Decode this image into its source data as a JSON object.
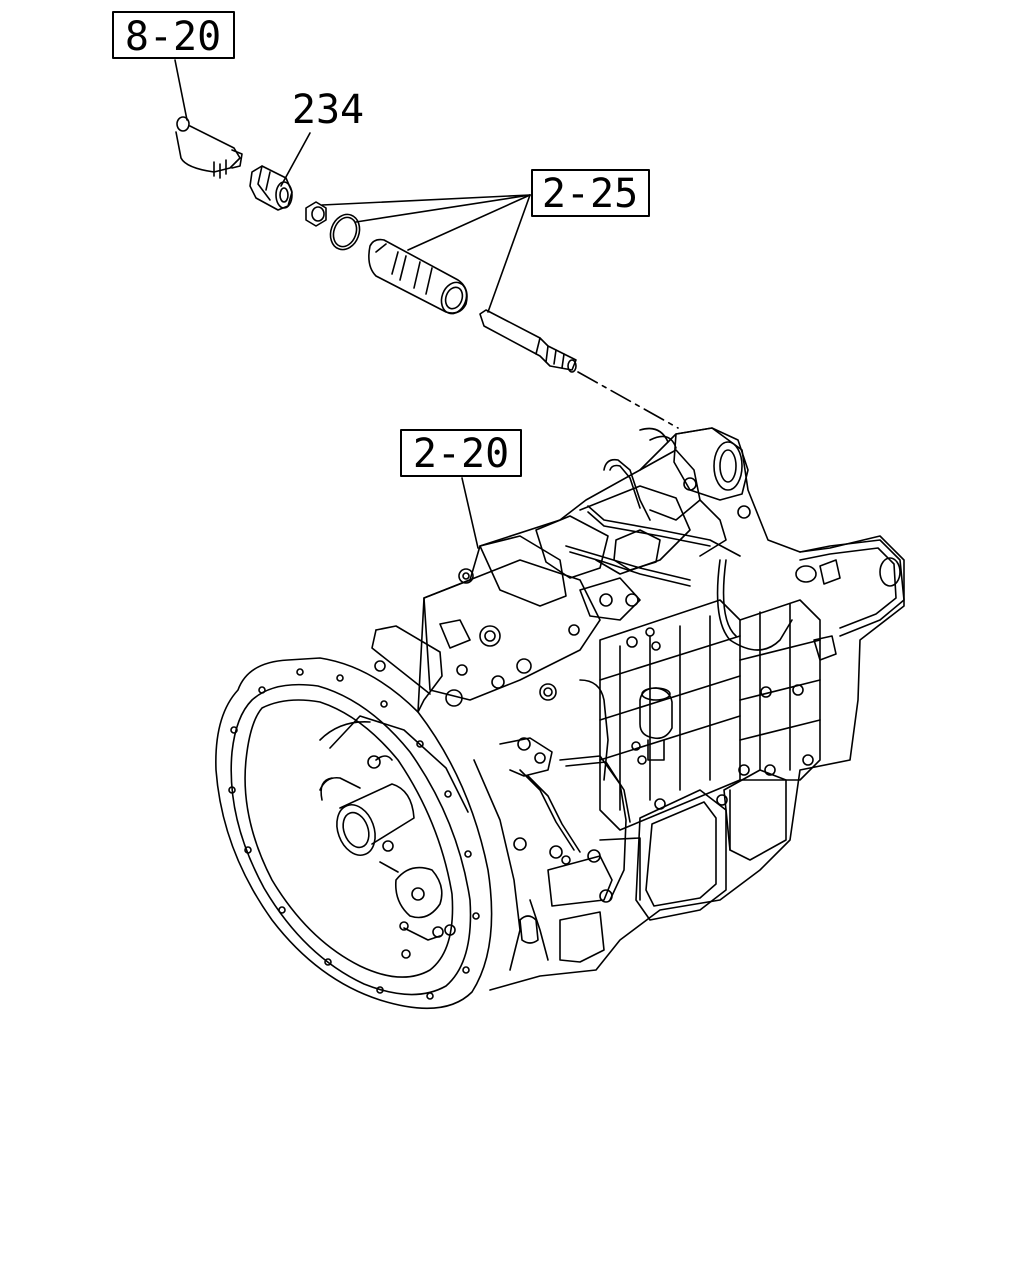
{
  "labels": {
    "ref_8_20": "8-20",
    "part_234": "234",
    "ref_2_25": "2-25",
    "ref_2_20": "2-20"
  },
  "colors": {
    "line": "#000000",
    "background": "#ffffff"
  }
}
